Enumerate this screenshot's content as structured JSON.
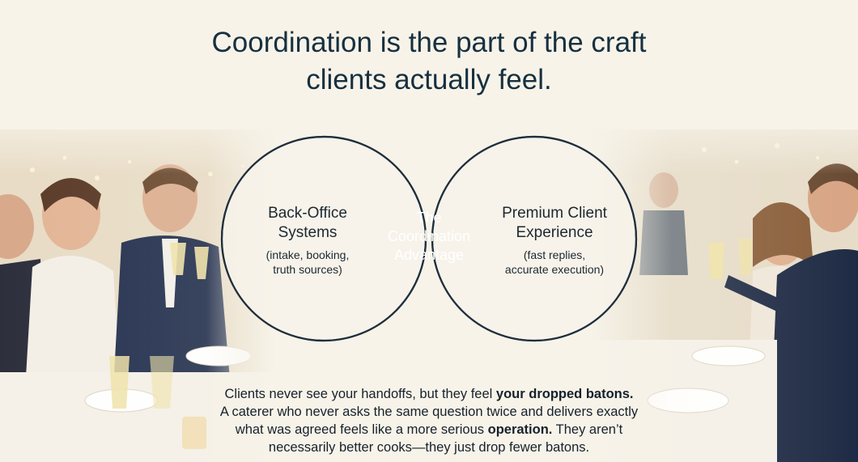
{
  "title": {
    "line1": "Coordination is the part of the craft",
    "line2": "clients actually feel."
  },
  "venn": {
    "left": {
      "title_line1": "Back-Office",
      "title_line2": "Systems",
      "sub_line1": "(intake, booking,",
      "sub_line2": "truth sources)"
    },
    "center": {
      "line1": "The",
      "line2": "Coordination",
      "line3": "Advantage"
    },
    "right": {
      "title_line1": "Premium Client",
      "title_line2": "Experience",
      "sub_line1": "(fast replies,",
      "sub_line2": "accurate execution)"
    }
  },
  "caption": {
    "line1_text": "Clients never see your handoffs, but they feel ",
    "line1_bold": "your dropped batons.",
    "line2_text": "A caterer who never asks the same question twice and delivers exactly",
    "line3_text": "what was agreed feels like a more serious ",
    "line3_bold": "operation.",
    "line3_tail": " They aren’t",
    "line4_text": "necessarily better cooks—they just drop fewer batons."
  },
  "colors": {
    "background": "#f7f3e9",
    "circle_stroke": "#1f2f3d",
    "intersection_fill": "#1765c6",
    "title_text": "#17303f"
  }
}
